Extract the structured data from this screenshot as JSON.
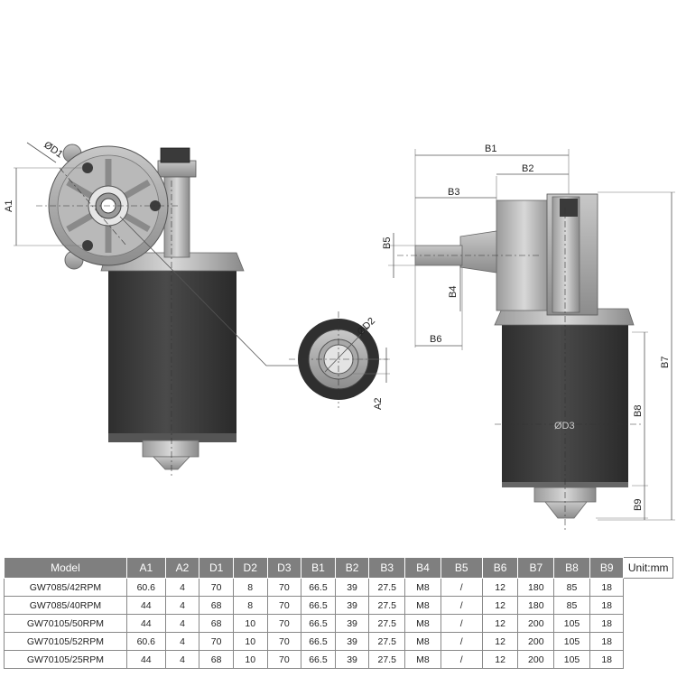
{
  "labels": {
    "d1": "ØD1",
    "a1": "A1",
    "d2": "ØD2",
    "a2": "A2",
    "b1": "B1",
    "b2": "B2",
    "b3": "B3",
    "b4": "B4",
    "b5": "B5",
    "b6": "B6",
    "b7": "B7",
    "b8": "B8",
    "b9": "B9",
    "d3": "ØD3"
  },
  "table": {
    "headers": [
      "Model",
      "A1",
      "A2",
      "D1",
      "D2",
      "D3",
      "B1",
      "B2",
      "B3",
      "B4",
      "B5",
      "B6",
      "B7",
      "B8",
      "B9"
    ],
    "unit": "Unit:mm",
    "rows": [
      [
        "GW7085/42RPM",
        "60.6",
        "4",
        "70",
        "8",
        "70",
        "66.5",
        "39",
        "27.5",
        "M8",
        "/",
        "12",
        "180",
        "85",
        "18"
      ],
      [
        "GW7085/40RPM",
        "44",
        "4",
        "68",
        "8",
        "70",
        "66.5",
        "39",
        "27.5",
        "M8",
        "/",
        "12",
        "180",
        "85",
        "18"
      ],
      [
        "GW70105/50RPM",
        "44",
        "4",
        "68",
        "10",
        "70",
        "66.5",
        "39",
        "27.5",
        "M8",
        "/",
        "12",
        "200",
        "105",
        "18"
      ],
      [
        "GW70105/52RPM",
        "60.6",
        "4",
        "70",
        "10",
        "70",
        "66.5",
        "39",
        "27.5",
        "M8",
        "/",
        "12",
        "200",
        "105",
        "18"
      ],
      [
        "GW70105/25RPM",
        "44",
        "4",
        "68",
        "10",
        "70",
        "66.5",
        "39",
        "27.5",
        "M8",
        "/",
        "12",
        "200",
        "105",
        "18"
      ]
    ]
  }
}
